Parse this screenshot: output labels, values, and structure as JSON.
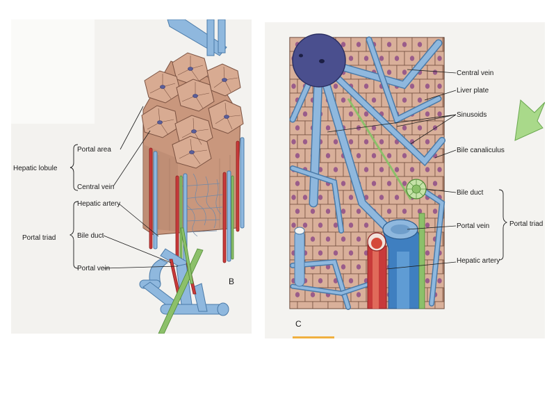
{
  "panel_b": {
    "letter": "B",
    "labels": {
      "hepatic_lobule": "Hepatic lobule",
      "portal_area": "Portal area",
      "central_vein": "Central vein",
      "portal_triad": "Portal triad",
      "hepatic_artery": "Hepatic artery",
      "bile_duct": "Bile duct",
      "portal_vein": "Portal vein"
    }
  },
  "panel_c": {
    "letter": "C",
    "labels": {
      "central_vein": "Central vein",
      "liver_plate": "Liver plate",
      "sinusoids": "Sinusoids",
      "bile_canaliculus": "Bile canaliculus",
      "bile_duct": "Bile duct",
      "portal_vein": "Portal vein",
      "portal_triad": "Portal triad",
      "hepatic_artery": "Hepatic artery"
    }
  },
  "colors": {
    "hepatocyte": "#d9b09a",
    "vein_blue": "#8fb8de",
    "artery_red": "#c83a3a",
    "bile_green": "#8cc06a",
    "central_vein_purple": "#4a4f8e"
  }
}
